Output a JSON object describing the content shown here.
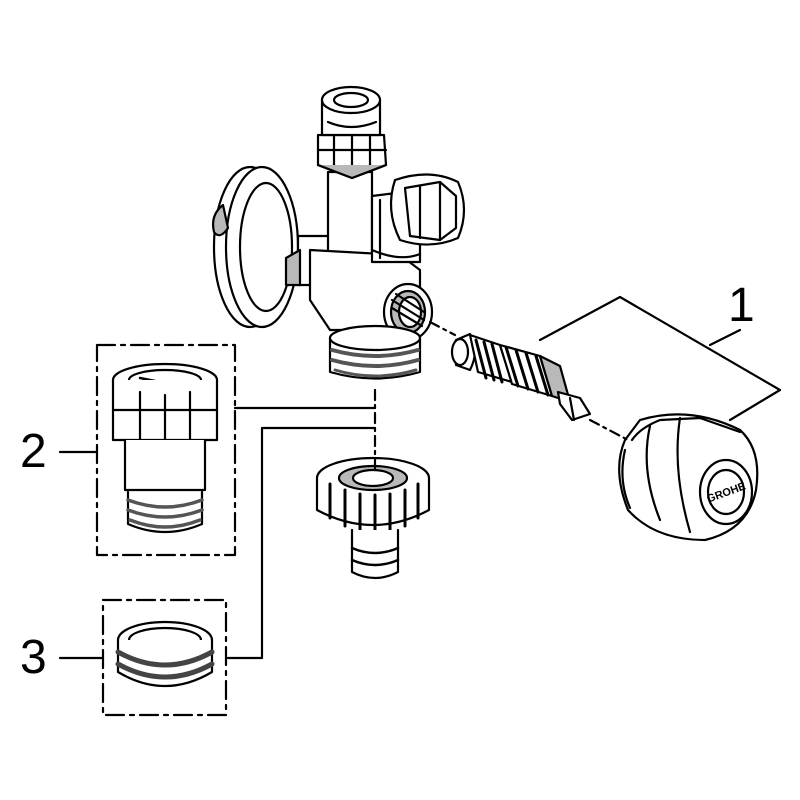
{
  "callouts": {
    "c1": "1",
    "c2": "2",
    "c3": "3"
  },
  "brand_logo_text": "GROHE",
  "colors": {
    "line": "#000000",
    "shade": "#b9b9b9",
    "background": "#ffffff"
  }
}
